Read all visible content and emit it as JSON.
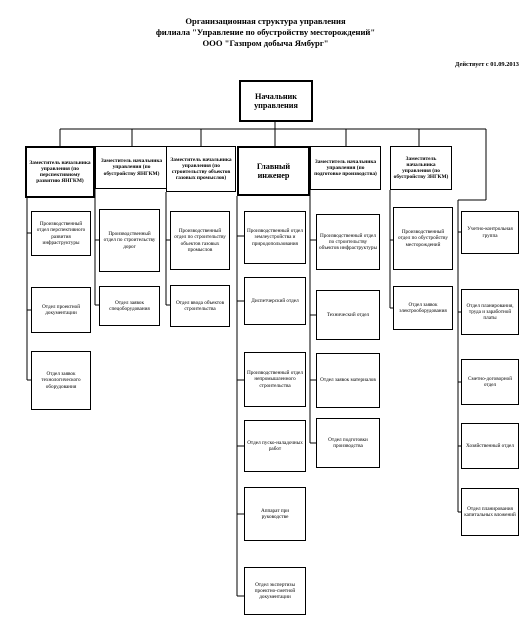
{
  "header": {
    "line1": "Организационная  структура управления",
    "line2": "филиала  \"Управление по обустройству месторождений\"",
    "line3": "ООО \"Газпром добыча Ямбург\"",
    "effective": "Действует с 01.09.2013"
  },
  "chief": "Начальник управления",
  "columns": [
    {
      "head": "Заместитель начальника управления (по перспективному развитию ЯНГКМ)",
      "units": [
        "Производственный отдел перспективного развития инфраструктуры",
        "Отдел проектной документации",
        "Отдел заявок технологического оборудования"
      ]
    },
    {
      "head": "Заместитель начальника управления (по обустройству ЯНГКМ)",
      "units": [
        "Производственный отдел по строительству дорог",
        "Отдел заявок спецоборудования"
      ]
    },
    {
      "head": "Заместитель начальника управления (по строительству объектов газовых промыслов)",
      "units": [
        "Производственный отдел по строительству объектов газовых промыслов",
        "Отдел ввода объектов строительства"
      ]
    },
    {
      "head": "Главный инженер",
      "units": [
        "Производственный отдел землеустройства и природопользования",
        "Диспетчерский отдел",
        "Производственный отдел непромышленного строительства",
        "Отдел пуско-наладочных работ",
        "Аппарат при руководстве",
        "Отдел экспертизы проектно-сметной документации"
      ]
    },
    {
      "head": "Заместитель начальника управления (по подготовке производства)",
      "units": [
        "Производственный отдел по строительству объектов инфраструктуры",
        "Технический отдел",
        "Отдел заявок материалов",
        "Отдел подготовки производства"
      ]
    },
    {
      "head": "Заместитель начальника управления (по обустройству ЗНГКМ)",
      "units": [
        "Производственный отдел по обустройству месторождений",
        "Отдел заявок электрооборудования"
      ]
    },
    {
      "head": "",
      "units": [
        "Учетно-контрольная группа",
        "Отдел планирования, труда и заработной платы",
        "Сметно-договорной отдел",
        "Хозяйственный отдел",
        "Отдел планирования капитальных вложений"
      ]
    }
  ]
}
